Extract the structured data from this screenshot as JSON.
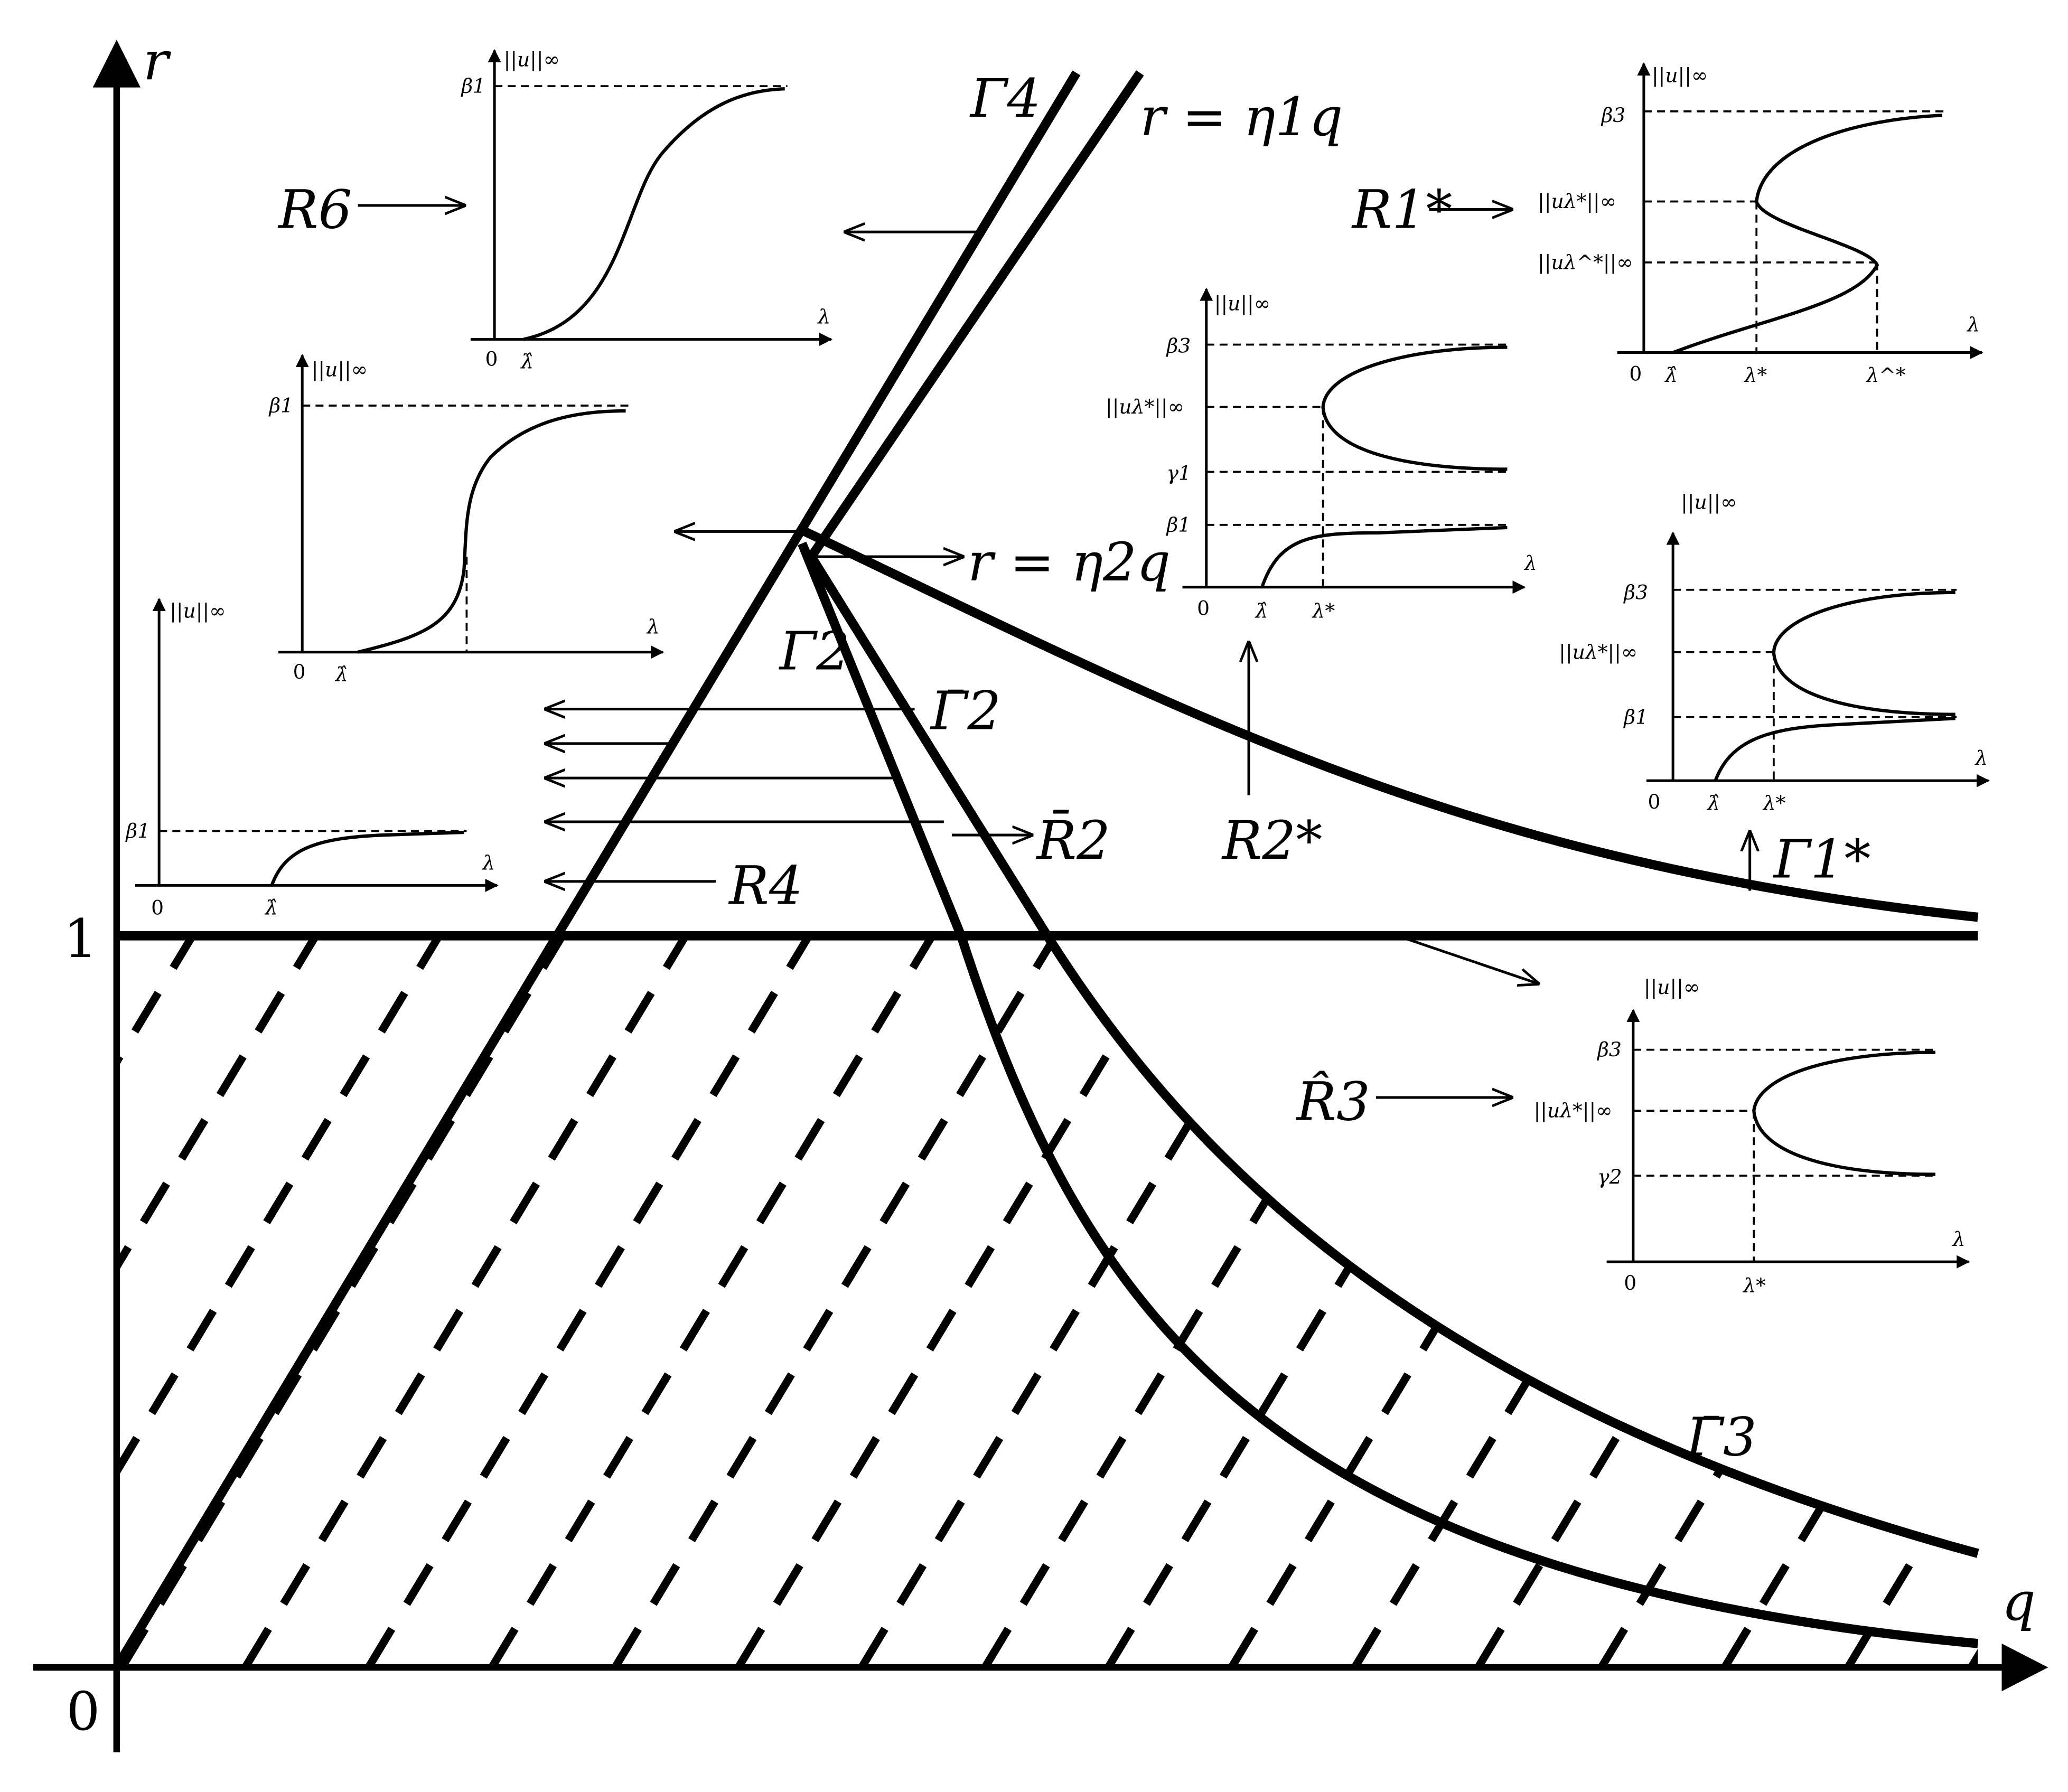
{
  "axes": {
    "r_label": "r",
    "q_label": "q",
    "origin_label": "0",
    "one_label": "1"
  },
  "curves": {
    "gamma4": "Γ4",
    "eta1": "r = η1q",
    "eta2": "r = η2q",
    "gamma2": "Γ2",
    "gamma2_bar": "Γ̄2",
    "gamma3_bar": "Γ̄3",
    "gamma1_star": "Γ1*"
  },
  "regions": {
    "R6": "R6",
    "R4": "R4",
    "R2_bar": "R̄2",
    "R2_star": "R2*",
    "R1_star": "R1*",
    "R3_hat": "R̂3"
  },
  "inset_labels": {
    "y_axis": "||u||∞",
    "x_axis": "λ",
    "zero": "0",
    "lambda_hat": "λ̂",
    "lambda_lower_star": "λ*",
    "lambda_upper_star": "λ^*",
    "beta1": "β1",
    "beta3": "β3",
    "gamma1": "γ1",
    "gamma2": "γ2",
    "u_lower_star": "||uλ*||∞",
    "u_upper_star": "||uλ^*||∞"
  }
}
